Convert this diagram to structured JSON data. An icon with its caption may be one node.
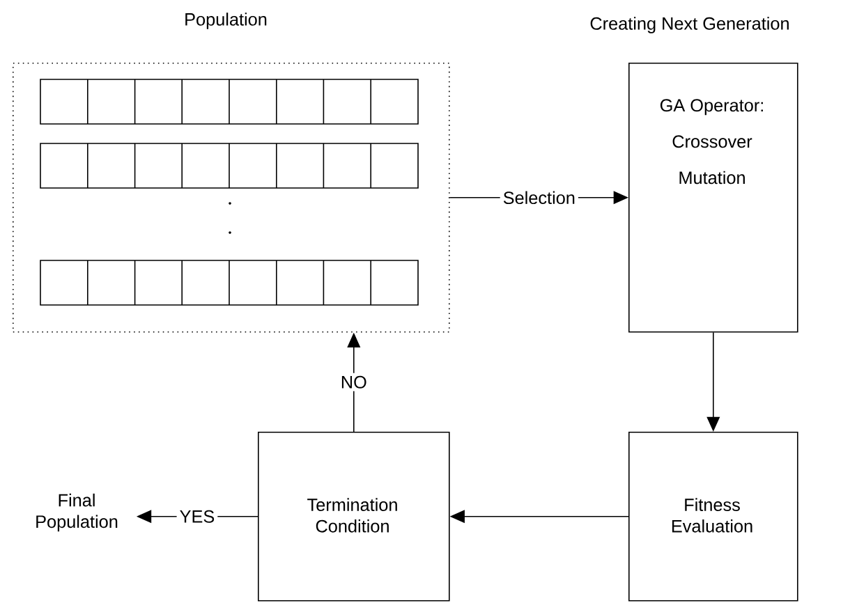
{
  "diagram": {
    "nodes": [
      {
        "text": [
          "Population"
        ]
      },
      {
        "text": [
          "Creating Next Generation",
          "GA Operator:",
          "Crossover",
          "Mutation"
        ]
      },
      {
        "text": [
          "Fitness Evaluation"
        ]
      },
      {
        "text": [
          "Termination Condition"
        ]
      },
      {
        "text": [
          "Final Population"
        ]
      }
    ],
    "edges": [
      {
        "from": 0,
        "to": 1,
        "arrow": "to",
        "label": "Selection"
      },
      {
        "from": 1,
        "to": 2,
        "arrow": "to"
      },
      {
        "from": 2,
        "to": 3,
        "arrow": "to"
      },
      {
        "from": 3,
        "to": 0,
        "arrow": "to",
        "label": "NO"
      },
      {
        "from": 3,
        "to": 4,
        "arrow": "to",
        "label": "YES"
      }
    ]
  }
}
